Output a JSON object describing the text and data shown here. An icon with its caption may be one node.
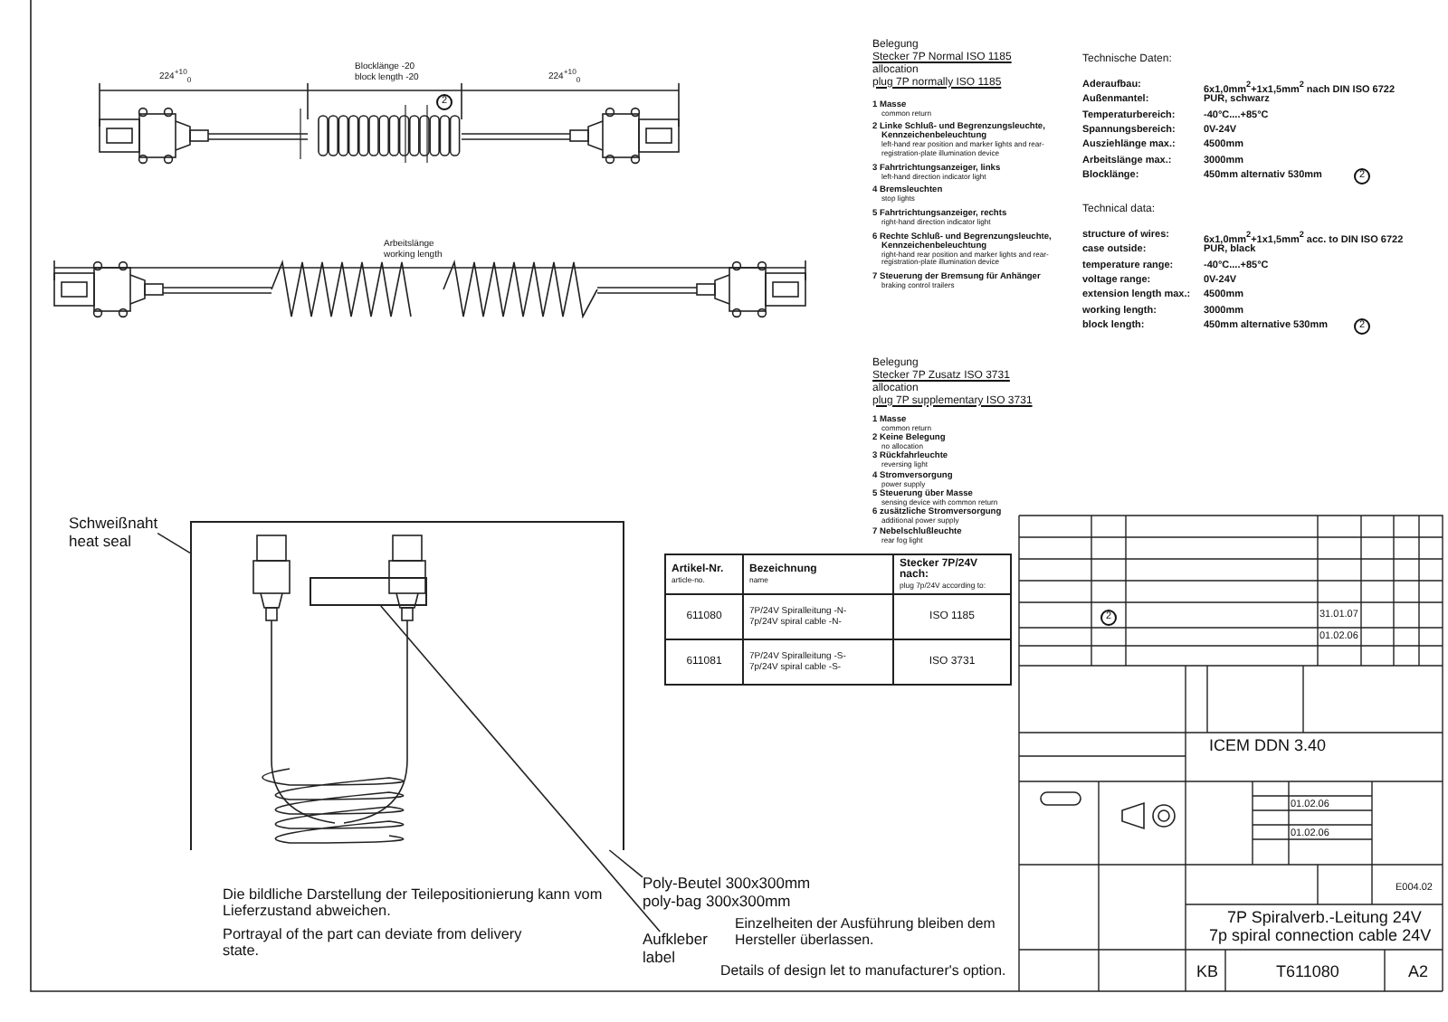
{
  "diagram": {
    "nodes": [
      {
        "text": [
          "Schweißnaht",
          "heat seal"
        ]
      },
      {
        "text": [
          "Poly-Beutel 300x300mm",
          "poly-bag 300x300mm"
        ]
      },
      {
        "text": [
          "Aufkleber",
          "label"
        ]
      },
      {
        "text": [],
        "shape": "box"
      },
      {
        "text": [],
        "shape": "box",
        "in": 3
      }
    ],
    "edges": [
      {
        "from": 0,
        "to": 3,
        "arrow": "none"
      },
      {
        "from": 1,
        "to": 3,
        "arrow": "none"
      },
      {
        "from": 2,
        "to": 4,
        "arrow": "none"
      }
    ],
    "labels": [
      "224$^{+10}$$_{0}$",
      "Blocklänge -20",
      "block length -20",
      "224$^{+10}$$_{0}$",
      "2",
      "Arbeitslänge",
      "working length",
      "Belegung",
      "Stecker 7P Normal ISO 1185",
      "allocation",
      "plug 7P normally ISO 1185",
      "1 Masse",
      "common return",
      "2 Linke Schluß- und Begrenzungsleuchte, Kennzeichenbeleuchtung",
      "left-hand rear position and marker lights and rear-registration-plate illumination device",
      "3 Fahrtrichtungsanzeiger, links",
      "left-hand direction indicator light",
      "4 Bremsleuchten",
      "stop lights",
      "5 Fahrtrichtungsanzeiger, rechts",
      "right-hand direction indicator light",
      "6 Rechte Schluß- und Begrenzungsleuchte, Kennzeichenbeleuchtung",
      "right-hand rear position and marker lights and rear-registration-plate illumination device",
      "7 Steuerung der Bremsung für Anhänger",
      "braking control trailers",
      "Belegung",
      "Stecker 7P Zusatz ISO 3731",
      "allocation",
      "plug 7P supplementary ISO 3731",
      "1 Masse",
      "common return",
      "2 Keine Belegung",
      "no allocation",
      "3 Rückfahrleuchte",
      "reversing light",
      "4 Stromversorgung",
      "power supply",
      "5 Steuerung über Masse",
      "sensing device with common return",
      "6 zusätzliche Stromversorgung",
      "additional power supply",
      "7 Nebelschlußleuchte",
      "rear fog light",
      "Technische Daten:",
      "Aderaufbau:",
      "6x1,0mm$^{2}$+1x1,5mm$^{2}$ nach DIN ISO 6722",
      "Außenmantel:",
      "PUR, schwarz",
      "Temperaturbereich:",
      "-40°C....+85°C",
      "Spannungsbereich:",
      "0V-24V",
      "Ausziehlänge max.:",
      "4500mm",
      "Arbeitslänge max.:",
      "3000mm",
      "Blocklänge:",
      "450mm alternativ 530mm",
      "Technical data:",
      "structure of wires:",
      "6x1,0mm$^{2}$+1x1,5mm$^{2}$ acc. to DIN ISO 6722",
      "case outside:",
      "PUR, black",
      "temperature range:",
      "-40°C....+85°C",
      "voltage range:",
      "0V-24V",
      "extension length max.:",
      "4500mm",
      "working length:",
      "3000mm",
      "block length:",
      "450mm alternative 530mm",
      "2",
      "2",
      "Artikel-Nr.",
      "article-no.",
      "Bezeichnung",
      "name",
      "Stecker 7P/24V nach:",
      "plug 7p/24V according to:",
      "611080",
      "7P/24V Spiralleitung -N-",
      "7p/24V spiral cable -N-",
      "ISO 1185",
      "611081",
      "7P/24V Spiralleitung -S-",
      "7p/24V spiral cable -S-",
      "ISO 3731",
      "Die bildliche Darstellung der Teilepositionierung kann vom Lieferzustand abweichen.",
      "Portrayal of the part can deviate from delivery state.",
      "Einzelheiten der Ausführung bleiben dem Hersteller überlassen.",
      "Details of design let to manufacturer's option.",
      "2",
      "31.01.07",
      "01.02.06",
      "ICEM DDN 3.40",
      "01.02.06",
      "01.02.06",
      "E004.02",
      "7P Spiralverb.-Leitung 24V",
      "7p spiral connection cable 24V",
      "KB",
      "T611080",
      "A2"
    ]
  }
}
